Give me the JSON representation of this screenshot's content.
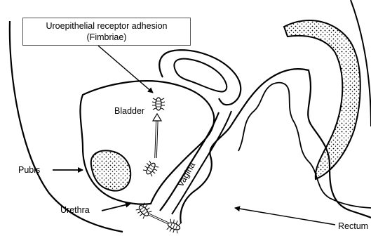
{
  "labels": {
    "callout_line1": "Uroepithelial receptor adhesion",
    "callout_line2": "(Fimbriae)",
    "bladder": "Bladder",
    "pubis": "Pubis",
    "urethra": "Urethra",
    "vagina": "Vagina",
    "rectum": "Rectum"
  },
  "colors": {
    "line": "#000000",
    "background": "#ffffff",
    "box_border": "#555555"
  }
}
